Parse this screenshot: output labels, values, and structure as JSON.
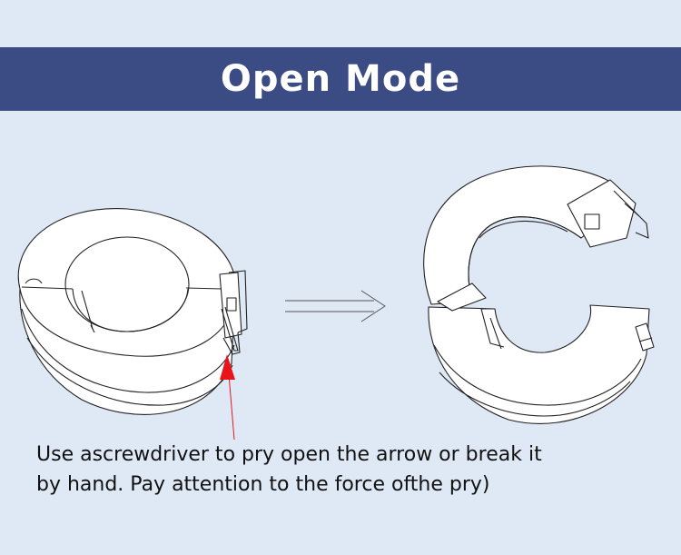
{
  "header": {
    "title": "Open Mode",
    "background_color": "#3b4b84",
    "text_color": "#ffffff"
  },
  "diagram": {
    "left_figure": "closed-ferrite-core-clip-icon",
    "arrow": "right-double-arrow-icon",
    "pointer": "red-pointer-arrow-icon",
    "pointer_color": "#e8141b",
    "right_figure": "open-ferrite-core-clip-icon"
  },
  "caption": {
    "line1": "Use ascrewdriver to pry open the arrow or break it",
    "line2": "by hand. Pay attention to the force ofthe pry)"
  },
  "page_background": "#dfe9f5"
}
